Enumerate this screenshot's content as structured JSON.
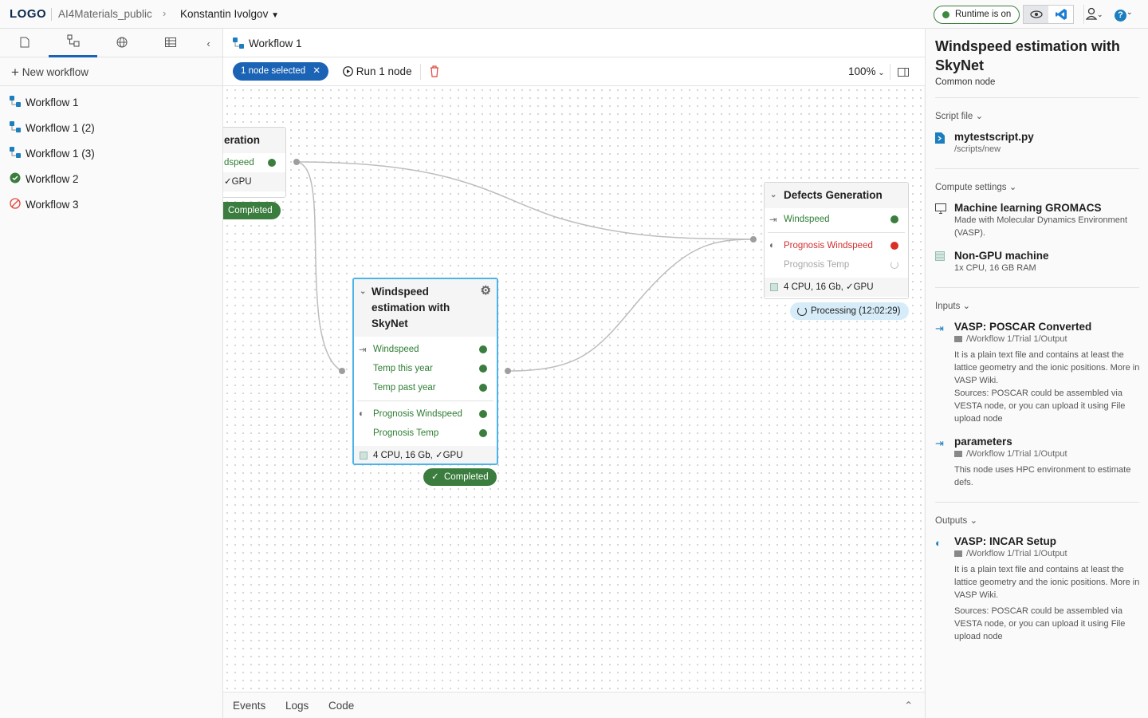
{
  "header": {
    "logo": "LOGO",
    "project": "AI4Materials_public",
    "user": "Konstantin Ivolgov",
    "runtime": "Runtime is on",
    "runtime_color": "#3b8a3e"
  },
  "sidebar": {
    "new_workflow": "New workflow",
    "items": [
      {
        "label": "Workflow 1",
        "icon": "workflow-icon"
      },
      {
        "label": "Workflow 1 (2)",
        "icon": "workflow-icon"
      },
      {
        "label": "Workflow 1 (3)",
        "icon": "workflow-icon"
      },
      {
        "label": "Workflow 2",
        "icon": "check-circle-icon"
      },
      {
        "label": "Workflow 3",
        "icon": "blocked-icon"
      }
    ]
  },
  "main": {
    "title": "Workflow 1",
    "selected": "1 node selected",
    "run": "Run 1 node",
    "zoom": "100%",
    "bottom_tabs": [
      "Events",
      "Logs",
      "Code"
    ]
  },
  "nodes": {
    "left": {
      "title": "eration",
      "port": "dspeed",
      "footer": "✓GPU",
      "status": "Completed"
    },
    "selected": {
      "title": "Windspeed estimation with SkyNet",
      "inputs": [
        "Windspeed",
        "Temp this year",
        "Temp past year"
      ],
      "outputs": [
        "Prognosis Windspeed",
        "Prognosis Temp"
      ],
      "footer": "4 CPU, 16 Gb, ✓GPU",
      "status": "Completed"
    },
    "defects": {
      "title": "Defects Generation",
      "inputs": [
        "Windspeed"
      ],
      "outputs": [
        "Prognosis Windspeed",
        "Prognosis Temp"
      ],
      "footer": "4 CPU, 16 Gb, ✓GPU",
      "status": "Processing (12:02:29)"
    }
  },
  "panel": {
    "title": "Windspeed estimation with SkyNet",
    "subtitle": "Common node",
    "script_label": "Script file",
    "script_name": "mytestscript.py",
    "script_path": "/scripts/new",
    "compute_label": "Compute settings",
    "compute": [
      {
        "name": "Machine learning GROMACS",
        "desc": "Made with Molecular Dynamics Environment (VASP)."
      },
      {
        "name": "Non-GPU machine",
        "desc": "1x CPU, 16 GB RAM"
      }
    ],
    "inputs_label": "Inputs",
    "inputs": [
      {
        "name": "VASP: POSCAR Converted",
        "path": "/Workflow 1/Trial 1/Output",
        "desc": "It is a plain text file and contains at least the lattice geometry and the ionic positions. More in VASP Wiki.",
        "sources": "Sources: POSCAR could be assembled via VESTA node, or you can upload it using File upload node"
      },
      {
        "name": "parameters",
        "path": "/Workflow 1/Trial 1/Output",
        "desc": "This node uses HPC environment to estimate defs."
      }
    ],
    "outputs_label": "Outputs",
    "outputs": [
      {
        "name": "VASP: INCAR Setup",
        "path": "/Workflow 1/Trial 1/Output",
        "desc": "It is a plain text file and contains at least the lattice geometry and the ionic positions. More in VASP Wiki.",
        "sources": "Sources: POSCAR could be assembled via VESTA node, or you can upload it using File upload node"
      }
    ]
  },
  "colors": {
    "accent": "#1b63b5",
    "success": "#3a7d3e",
    "error": "#d93025",
    "selected_border": "#4cb3e8"
  }
}
